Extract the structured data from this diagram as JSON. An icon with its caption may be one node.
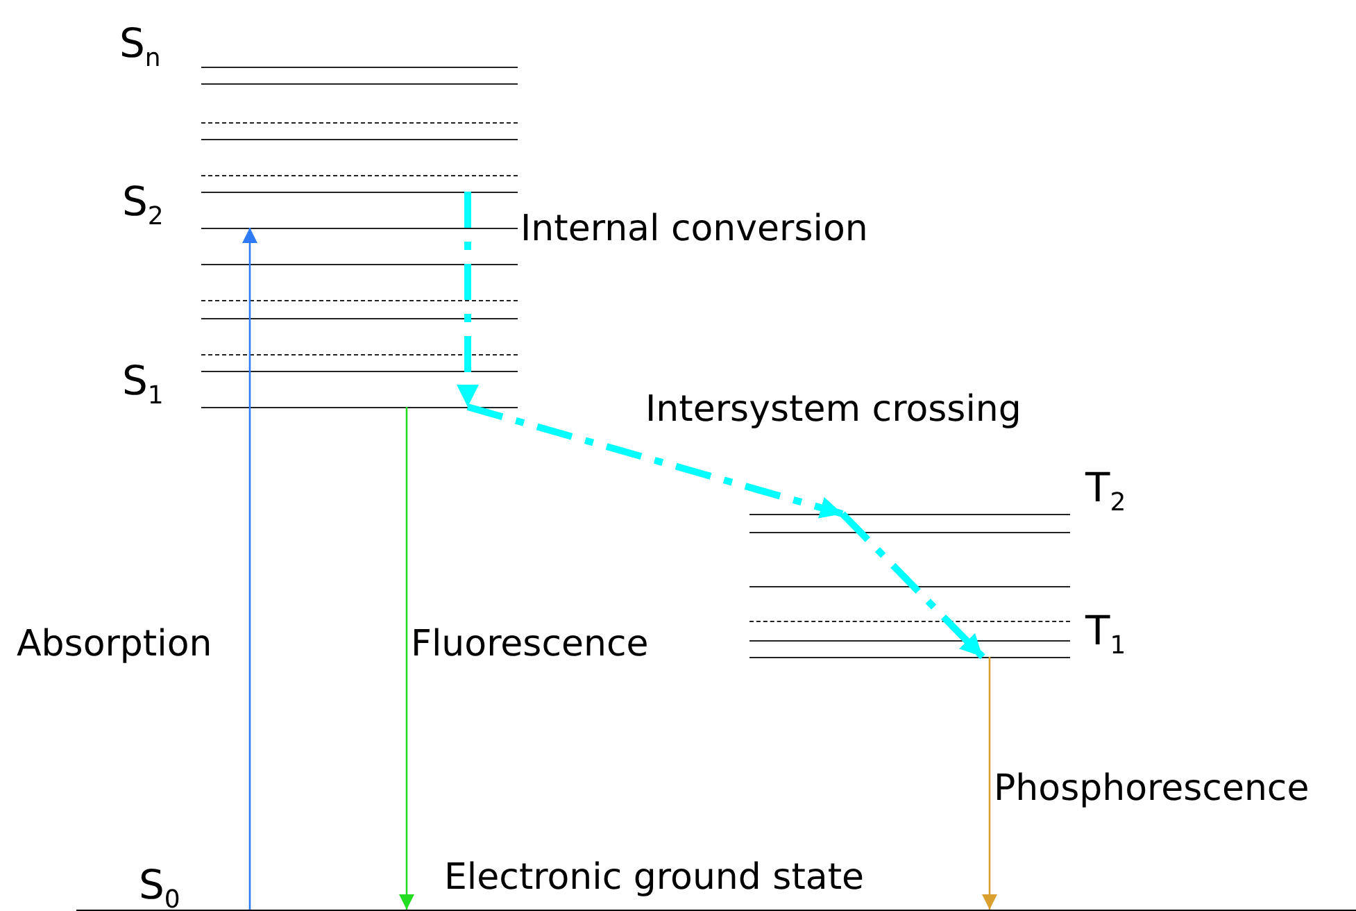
{
  "diagram": {
    "nodes": [
      {
        "text": [],
        "shape": "bar"
      },
      {
        "text": [],
        "shape": "bar",
        "beside": [
          "S$_{2}$"
        ]
      },
      {
        "text": [],
        "shape": "bar",
        "beside": [
          "S$_{1}$"
        ]
      },
      {
        "text": [],
        "shape": "bar",
        "beside": [
          "T$_{2}$"
        ]
      },
      {
        "text": [],
        "shape": "bar",
        "beside": [
          "T$_{1}$"
        ]
      },
      {
        "text": [],
        "shape": "bar",
        "beside": [
          "S$_{0}$",
          "Electronic ground state"
        ]
      }
    ],
    "edges": [
      {
        "from": 5,
        "to": 1,
        "arrow": "to",
        "label": "Absorption",
        "color": "#2f7cf6"
      },
      {
        "from": 0,
        "to": 2,
        "arrow": "to",
        "label": "Internal conversion",
        "style": "dashed",
        "color": "#00ffff"
      },
      {
        "from": 2,
        "to": 3,
        "arrow": "to",
        "label": "Intersystem crossing",
        "style": "dashed",
        "color": "#00ffff"
      },
      {
        "from": 3,
        "to": 4,
        "arrow": "to",
        "style": "dashed",
        "color": "#00ffff"
      },
      {
        "from": 2,
        "to": 5,
        "arrow": "to",
        "label": "Fluorescence",
        "color": "#22dd22"
      },
      {
        "from": 4,
        "to": 5,
        "arrow": "to",
        "label": "Phosphorescence",
        "color": "#d9a030"
      }
    ],
    "labels": [
      "S$_{n}$"
    ]
  }
}
